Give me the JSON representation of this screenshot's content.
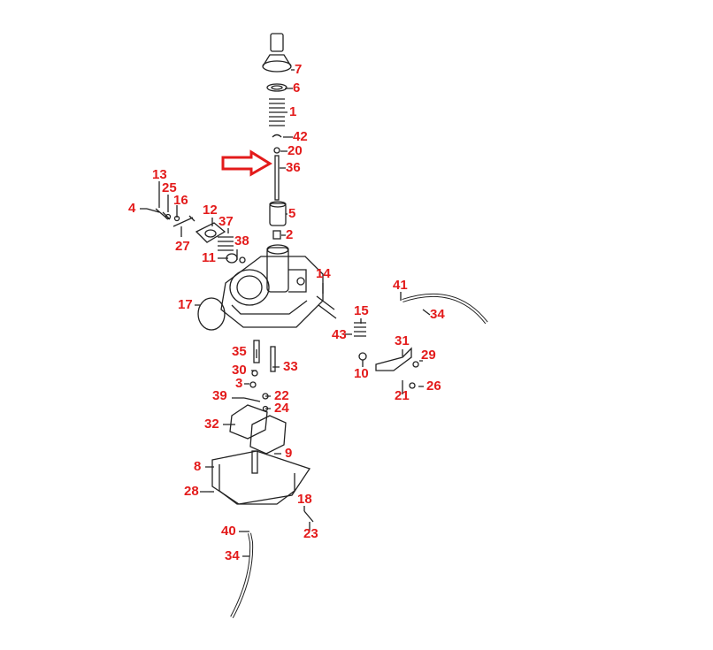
{
  "title": "Carburetor exploded parts diagram",
  "colors": {
    "label": "#e31b1b",
    "line": "#222222",
    "arrow": "#e31b1b"
  },
  "labels": [
    "7",
    "6",
    "1",
    "42",
    "20",
    "36",
    "5",
    "2",
    "13",
    "25",
    "16",
    "4",
    "12",
    "37",
    "27",
    "38",
    "11",
    "14",
    "17",
    "41",
    "34",
    "15",
    "43",
    "31",
    "29",
    "10",
    "21",
    "26",
    "35",
    "30",
    "33",
    "3",
    "39",
    "22",
    "24",
    "32",
    "9",
    "8",
    "28",
    "18",
    "23",
    "40",
    "34"
  ],
  "highlight": {
    "icon": "arrow-right-outline-icon",
    "points_to": "36"
  }
}
